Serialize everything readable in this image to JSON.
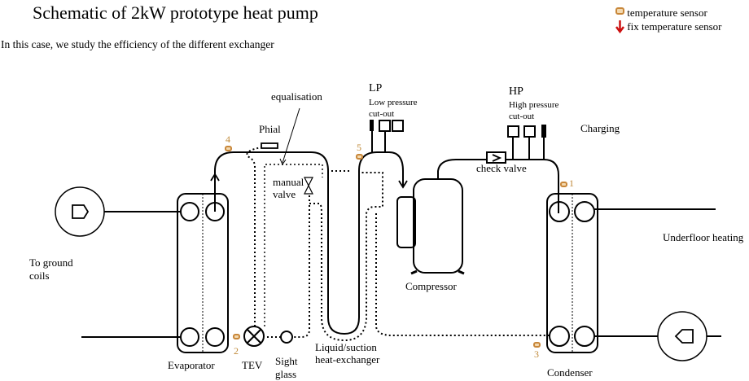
{
  "title": "Schematic of 2kW prototype heat pump",
  "subtitle": "In this case, we study the efficiency of the different exchanger",
  "legend": {
    "items": [
      {
        "icon": "temperature-sensor-icon",
        "label": "temperature sensor",
        "color": "#c8873a"
      },
      {
        "icon": "fix-temperature-sensor-icon",
        "label": "fix temperature sensor",
        "color": "#cc1111"
      }
    ]
  },
  "labels": {
    "equalisation": "equalisation",
    "phial": "Phial",
    "manual_valve_line1": "manual",
    "manual_valve_line2": "valve",
    "lp": "LP",
    "lp_desc_line1": "Low pressure",
    "lp_desc_line2": "cut-out",
    "hp": "HP",
    "hp_desc_line1": "High pressure",
    "hp_desc_line2": "cut-out",
    "charging": "Charging",
    "check_valve": "check valve",
    "compressor": "Compressor",
    "to_ground_coils_line1": "To ground",
    "to_ground_coils_line2": "coils",
    "underfloor_heating": "Underfloor heating",
    "evaporator": "Evaporator",
    "tev": "TEV",
    "sight_glass_line1": "Sight",
    "sight_glass_line2": "glass",
    "lshx_line1": "Liquid/suction",
    "lshx_line2": "heat-exchanger",
    "condenser": "Condenser"
  },
  "sensors": [
    {
      "id": "1"
    },
    {
      "id": "2"
    },
    {
      "id": "3"
    },
    {
      "id": "4"
    },
    {
      "id": "5"
    }
  ],
  "colors": {
    "line": "#000000",
    "sensor": "#c8873a",
    "fix_sensor": "#cc1111"
  }
}
